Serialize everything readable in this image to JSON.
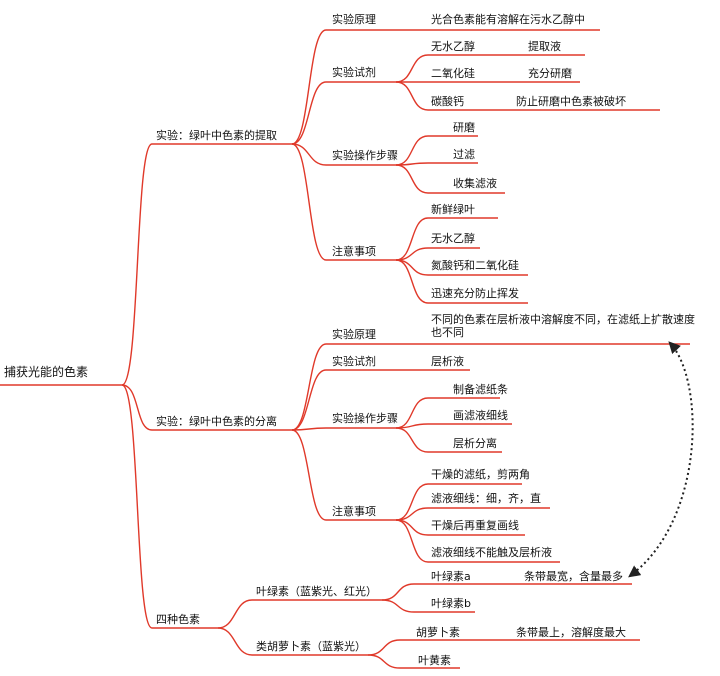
{
  "root": "捕获光能的色素",
  "extraction": {
    "title": "实验：绿叶中色素的提取",
    "principle": {
      "label": "实验原理",
      "text": "光合色素能有溶解在污水乙醇中"
    },
    "reagents": {
      "label": "实验试剂",
      "items": [
        {
          "name": "无水乙醇",
          "role": "提取液"
        },
        {
          "name": "二氧化硅",
          "role": "充分研磨"
        },
        {
          "name": "碳酸钙",
          "role": "防止研磨中色素被破坏"
        }
      ]
    },
    "steps": {
      "label": "实验操作步骤",
      "items": [
        "研磨",
        "过滤",
        "收集滤液"
      ]
    },
    "notes": {
      "label": "注意事项",
      "items": [
        "新鲜绿叶",
        "无水乙醇",
        "氮酸钙和二氧化硅",
        "迅速充分防止挥发"
      ]
    }
  },
  "separation": {
    "title": "实验：绿叶中色素的分离",
    "principle": {
      "label": "实验原理",
      "text": "不同的色素在层析液中溶解度不同，在滤纸上扩散速度也不同"
    },
    "reagents": {
      "label": "实验试剂",
      "text": "层析液"
    },
    "steps": {
      "label": "实验操作步骤",
      "items": [
        "制备滤纸条",
        "画滤液细线",
        "层析分离"
      ]
    },
    "notes": {
      "label": "注意事项",
      "items": [
        "干燥的滤纸，剪两角",
        "滤液细线：细，齐，直",
        "干燥后再重复画线",
        "滤液细线不能触及层析液"
      ]
    }
  },
  "pigments": {
    "title": "四种色素",
    "chlorophyll": {
      "label": "叶绿素（蓝紫光、红光）",
      "a": {
        "name": "叶绿素a",
        "note": "条带最宽，含量最多"
      },
      "b": {
        "name": "叶绿素b"
      }
    },
    "carotenoid": {
      "label": "类胡萝卜素（蓝紫光）",
      "carotene": {
        "name": "胡萝卜素",
        "note": "条带最上，溶解度最大"
      },
      "xanthophyll": {
        "name": "叶黄素"
      }
    }
  },
  "colors": {
    "branch": "#e0392a",
    "connector": "#222222",
    "text": "#111111"
  }
}
